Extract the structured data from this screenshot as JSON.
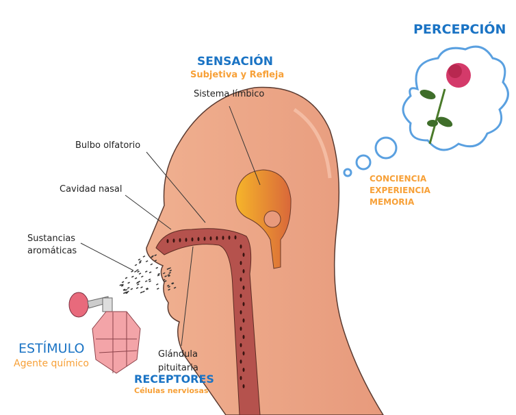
{
  "percepcion": {
    "title": "PERCEPCIÓN",
    "items": [
      "CONCIENCIA",
      "EXPERIENCIA",
      "MEMORIA"
    ]
  },
  "sensacion": {
    "title": "SENSACIÓN",
    "subtitle": "Subjetiva y Refleja"
  },
  "estimulo": {
    "title": "ESTÍMULO",
    "subtitle": "Agente químico"
  },
  "receptores": {
    "title": "RECEPTORES",
    "subtitle": "Células nerviosas"
  },
  "labels": {
    "sistema_limbico": "Sistema límbico",
    "bulbo": "Bulbo olfatorio",
    "cavidad": "Cavidad nasal",
    "sustancias_1": "Sustancias",
    "sustancias_2": "aromáticas",
    "glandula_1": "Glándula",
    "glandula_2": "pituitaria"
  },
  "colors": {
    "blue": "#1a73c4",
    "orange": "#f7a037",
    "skin": "#eda486",
    "cavity": "#b5524d",
    "limbic": "#f2a620",
    "cloud": "#5aa0e0"
  }
}
